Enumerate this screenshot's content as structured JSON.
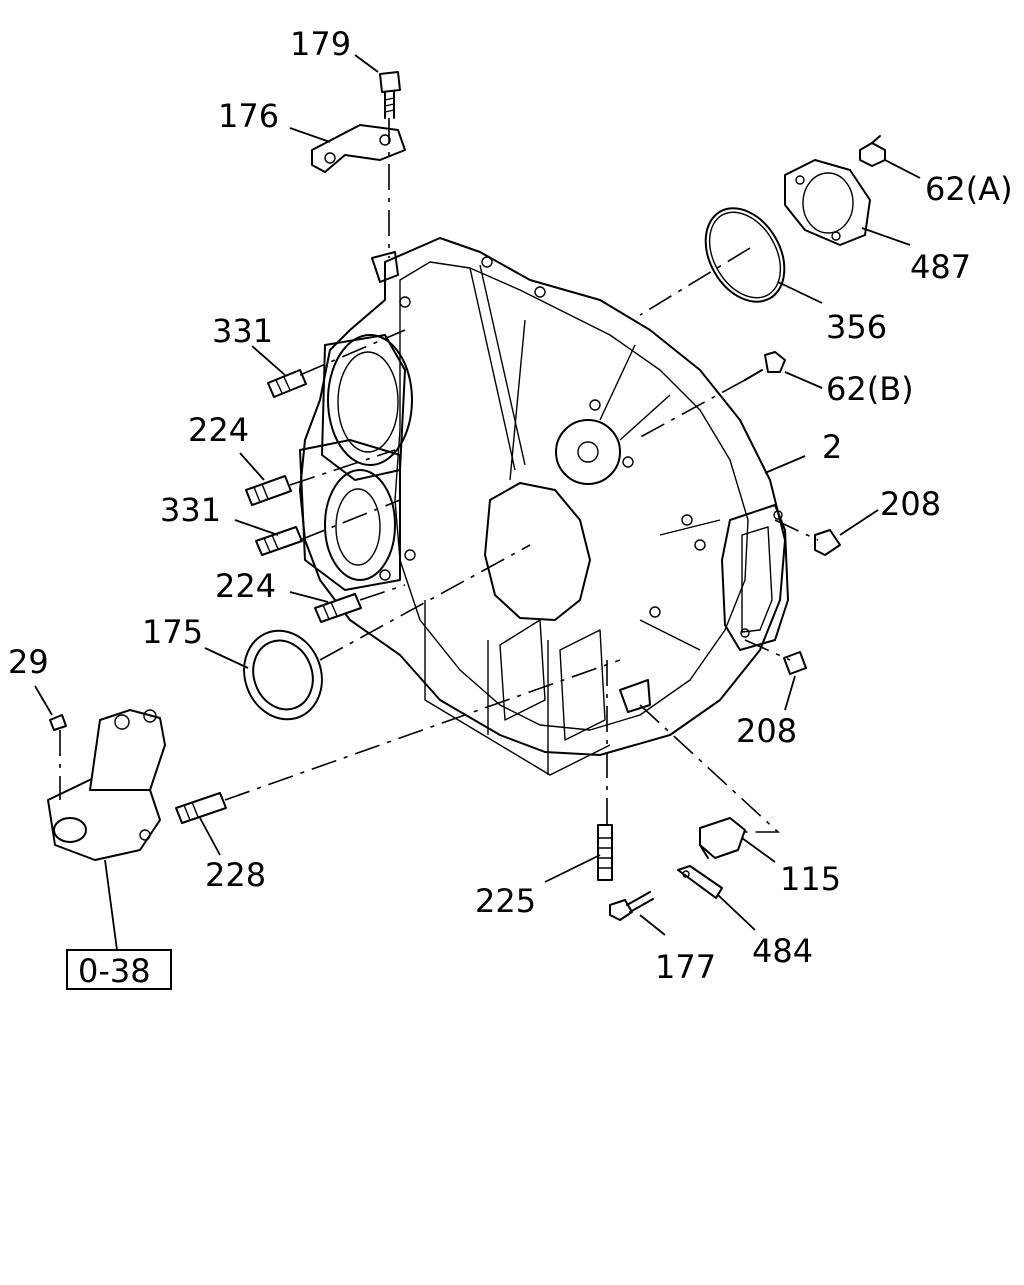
{
  "callouts": {
    "c179": "179",
    "c176": "176",
    "c62a": "62(A)",
    "c487": "487",
    "c356": "356",
    "c331a": "331",
    "c62b": "62(B)",
    "c224a": "224",
    "c2": "2",
    "c208a": "208",
    "c331b": "331",
    "c224b": "224",
    "c175": "175",
    "c29": "29",
    "c208b": "208",
    "c228": "228",
    "c115": "115",
    "c225": "225",
    "c484": "484",
    "c177": "177",
    "ref": "0-38"
  }
}
